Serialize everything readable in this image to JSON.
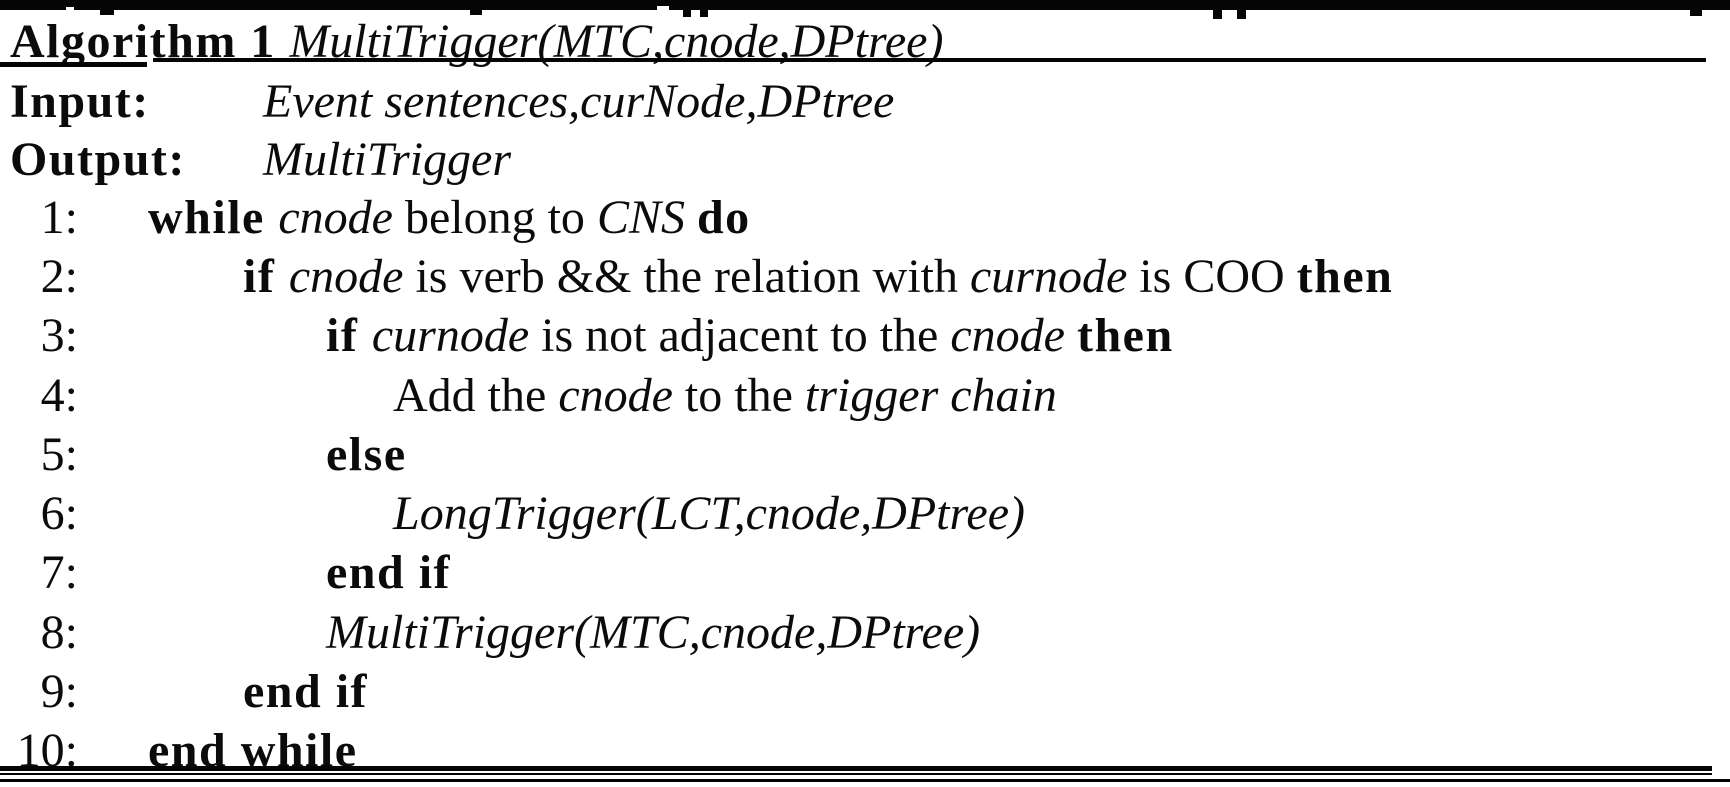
{
  "figure_type": "algorithm-pseudocode",
  "title": {
    "label": "Algorithm 1 ",
    "name": "MultiTrigger(MTC,cnode,DPtree)"
  },
  "io": {
    "input_label": "Input:",
    "input_value": "Event sentences,curNode,DPtree",
    "output_label": "Output:",
    "output_value": "MultiTrigger"
  },
  "lines": [
    {
      "no": "1:",
      "segs": [
        {
          "t": "while ",
          "s": "b"
        },
        {
          "t": "cnode",
          "s": "i"
        },
        {
          "t": " belong to ",
          "s": "r"
        },
        {
          "t": "CNS",
          "s": "i"
        },
        {
          "t": " ",
          "s": "r"
        },
        {
          "t": "do",
          "s": "b"
        }
      ]
    },
    {
      "no": "2:",
      "segs": [
        {
          "t": "if ",
          "s": "b"
        },
        {
          "t": "cnode",
          "s": "i"
        },
        {
          "t": " is verb && the relation with ",
          "s": "r"
        },
        {
          "t": "curnode",
          "s": "i"
        },
        {
          "t": " is COO ",
          "s": "r"
        },
        {
          "t": "then",
          "s": "b"
        }
      ]
    },
    {
      "no": "3:",
      "segs": [
        {
          "t": "if ",
          "s": "b"
        },
        {
          "t": "curnode",
          "s": "i"
        },
        {
          "t": " is not adjacent to the ",
          "s": "r"
        },
        {
          "t": "cnode",
          "s": "i"
        },
        {
          "t": " ",
          "s": "r"
        },
        {
          "t": "then",
          "s": "b"
        }
      ]
    },
    {
      "no": "4:",
      "segs": [
        {
          "t": "Add the ",
          "s": "r"
        },
        {
          "t": "cnode",
          "s": "i"
        },
        {
          "t": " to the ",
          "s": "r"
        },
        {
          "t": "trigger chain",
          "s": "i"
        }
      ]
    },
    {
      "no": "5:",
      "segs": [
        {
          "t": "else",
          "s": "b"
        }
      ]
    },
    {
      "no": "6:",
      "segs": [
        {
          "t": "LongTrigger(LCT,cnode,DPtree)",
          "s": "i"
        }
      ]
    },
    {
      "no": "7:",
      "segs": [
        {
          "t": "end if",
          "s": "b"
        }
      ]
    },
    {
      "no": "8:",
      "segs": [
        {
          "t": "MultiTrigger(MTC,cnode,DPtree)",
          "s": "i"
        }
      ]
    },
    {
      "no": "9:",
      "segs": [
        {
          "t": "end if",
          "s": "b"
        }
      ]
    },
    {
      "no": "10:",
      "segs": [
        {
          "t": "end while",
          "s": "b"
        }
      ]
    }
  ],
  "colors": {
    "ink": "#0b0b0b",
    "paper": "#ffffff"
  }
}
